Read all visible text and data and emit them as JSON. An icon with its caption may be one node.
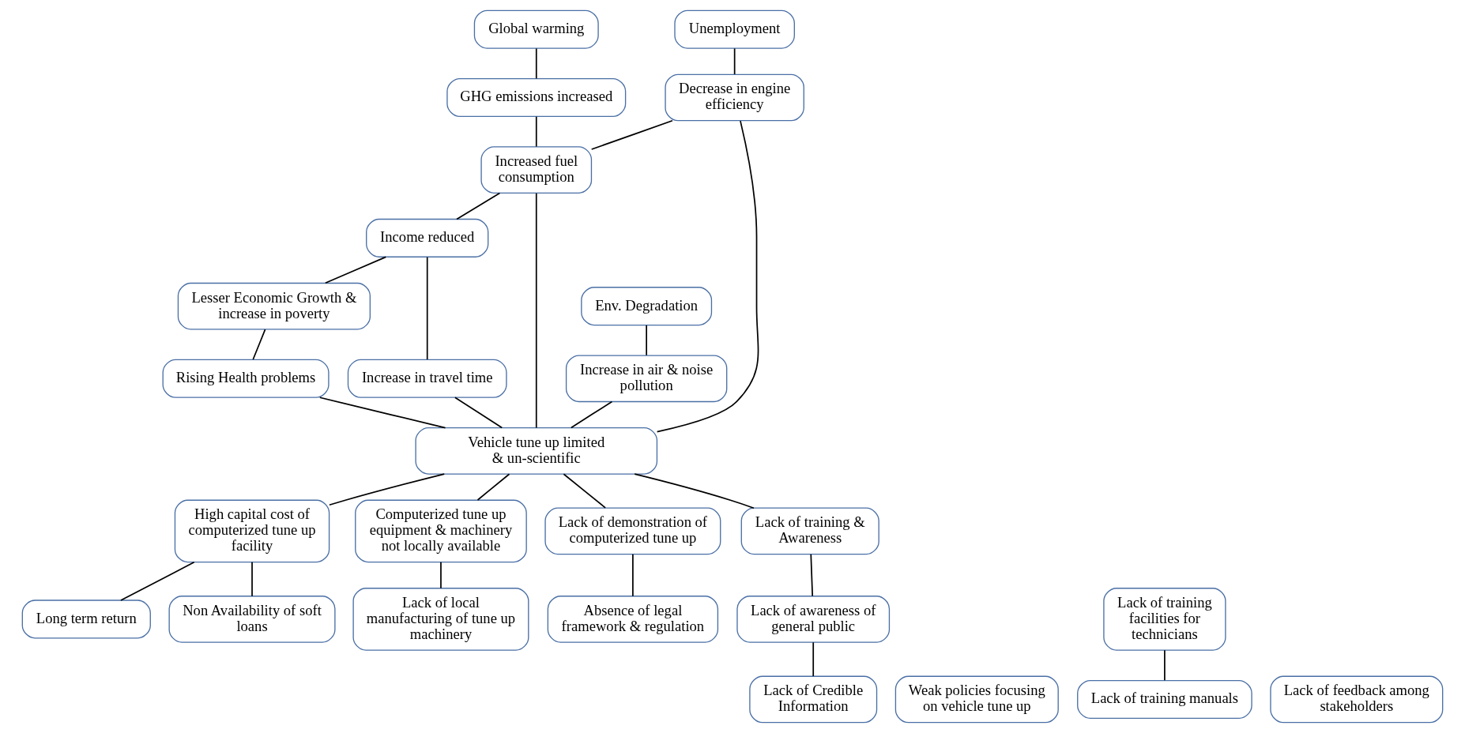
{
  "diagram": {
    "nodes": [
      {
        "text": [
          "Global warming"
        ]
      },
      {
        "text": [
          "GHG emissions increased"
        ]
      },
      {
        "text": [
          "Env. Degradation"
        ]
      },
      {
        "text": [
          "Unemployment"
        ]
      },
      {
        "text": [
          "Lesser Economic Growth & increase in poverty"
        ]
      },
      {
        "text": [
          "Income reduced"
        ]
      },
      {
        "text": [
          "Increase in air & noise pollution"
        ]
      },
      {
        "text": [
          "Decrease in engine efficiency"
        ]
      },
      {
        "text": [
          "Increased fuel consumption"
        ]
      },
      {
        "text": [
          "Increase in travel time"
        ]
      },
      {
        "text": [
          "Rising Health problems"
        ]
      },
      {
        "text": [
          "Vehicle tune up limited & un-scientific"
        ]
      },
      {
        "text": [
          "High capital cost of computerized tune up facility"
        ]
      },
      {
        "text": [
          "Computerized tune up equipment & machinery not locally available"
        ]
      },
      {
        "text": [
          "Lack of demonstration of computerized tune up"
        ]
      },
      {
        "text": [
          "Lack of training & Awareness"
        ]
      },
      {
        "text": [
          "Long term return"
        ]
      },
      {
        "text": [
          "Non Availability of soft loans"
        ]
      },
      {
        "text": [
          "Lack of local manufacturing of tune up machinery"
        ]
      },
      {
        "text": [
          "Absence of legal framework & regulation"
        ]
      },
      {
        "text": [
          "Weak policies focusing on vehicle tune up"
        ]
      },
      {
        "text": [
          "Lack of awareness of general public"
        ]
      },
      {
        "text": [
          "Lack of training facilities for technicians"
        ]
      },
      {
        "text": [
          "Lack of Credible Information"
        ]
      },
      {
        "text": [
          "Lack of feedback among stakeholders"
        ]
      },
      {
        "text": [
          "Lack of training manuals"
        ]
      }
    ],
    "edges": [
      {
        "from": 0,
        "to": 1,
        "arrow": "none"
      },
      {
        "from": 2,
        "to": 6,
        "arrow": "none"
      },
      {
        "from": 3,
        "to": 7,
        "arrow": "none"
      },
      {
        "from": 1,
        "to": 8,
        "arrow": "none"
      },
      {
        "from": 7,
        "to": 8,
        "arrow": "none"
      },
      {
        "from": 8,
        "to": 5,
        "arrow": "none"
      },
      {
        "from": 5,
        "to": 4,
        "arrow": "none"
      },
      {
        "from": 5,
        "to": 9,
        "arrow": "none"
      },
      {
        "from": 4,
        "to": 10,
        "arrow": "none"
      },
      {
        "from": 6,
        "to": 11,
        "arrow": "none"
      },
      {
        "from": 7,
        "to": 11,
        "arrow": "none"
      },
      {
        "from": 8,
        "to": 11,
        "arrow": "none"
      },
      {
        "from": 9,
        "to": 11,
        "arrow": "none"
      },
      {
        "from": 10,
        "to": 11,
        "arrow": "none"
      },
      {
        "from": 11,
        "to": 12,
        "arrow": "none"
      },
      {
        "from": 11,
        "to": 13,
        "arrow": "none"
      },
      {
        "from": 11,
        "to": 14,
        "arrow": "none"
      },
      {
        "from": 11,
        "to": 15,
        "arrow": "none"
      },
      {
        "from": 12,
        "to": 16,
        "arrow": "none"
      },
      {
        "from": 12,
        "to": 17,
        "arrow": "none"
      },
      {
        "from": 13,
        "to": 18,
        "arrow": "none"
      },
      {
        "from": 14,
        "to": 19,
        "arrow": "none"
      },
      {
        "from": 15,
        "to": 21,
        "arrow": "none"
      },
      {
        "from": 21,
        "to": 23,
        "arrow": "none"
      },
      {
        "from": 22,
        "to": 25,
        "arrow": "none"
      }
    ]
  }
}
